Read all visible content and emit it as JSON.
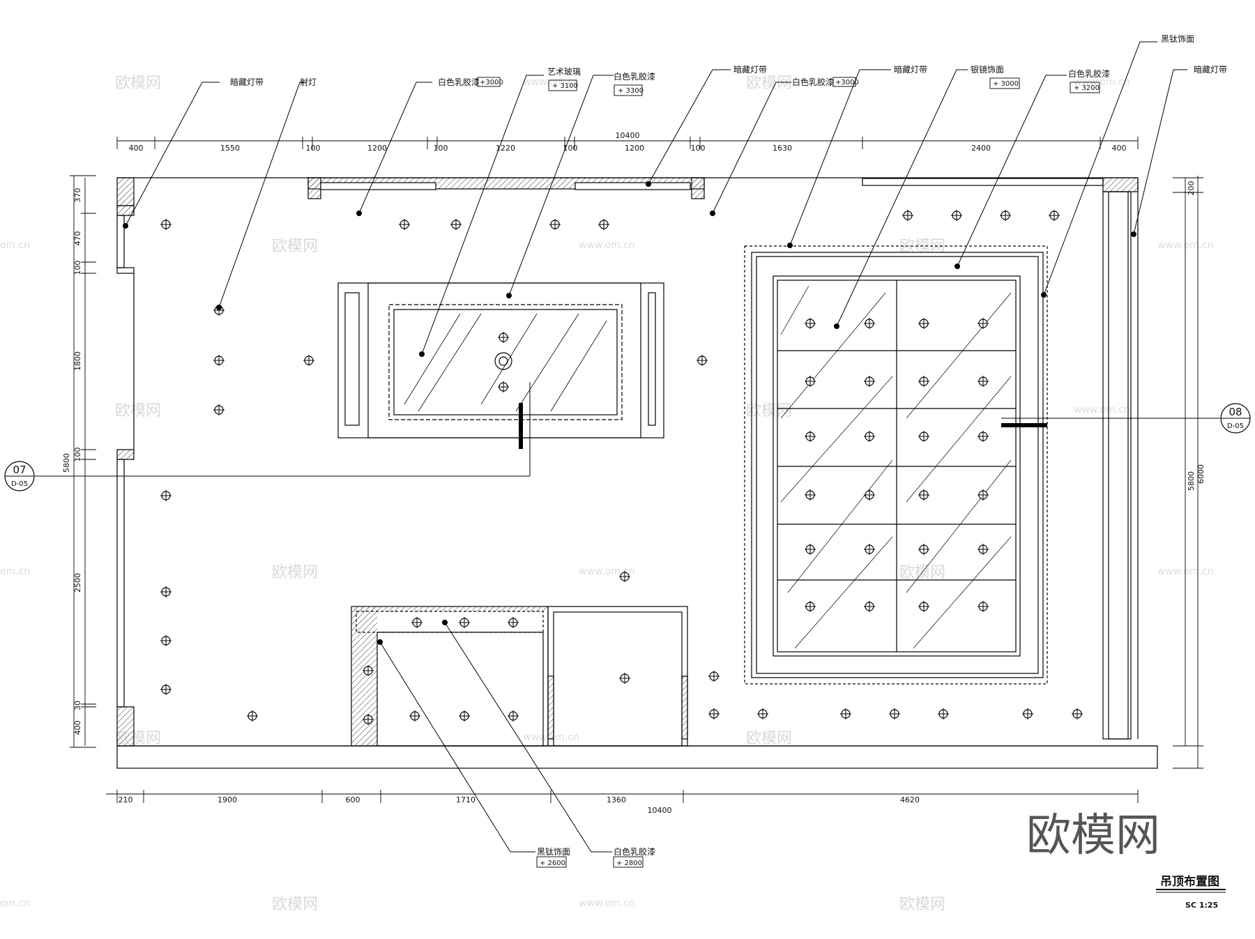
{
  "drawing": {
    "title": "吊顶布置图",
    "scale": "SC 1:25",
    "brand_watermark": "欧模网",
    "watermark_text": "欧模网",
    "watermark_url": "www.om.cn",
    "watermark_url_left": "om.cn"
  },
  "top_labels": [
    {
      "text": "暗藏灯带",
      "elev": ""
    },
    {
      "text": "射灯",
      "elev": ""
    },
    {
      "text": "白色乳胶漆",
      "elev": "+3000"
    },
    {
      "text": "艺术玻璃",
      "elev": "+ 3100"
    },
    {
      "text": "白色乳胶漆",
      "elev": "+ 3300"
    },
    {
      "text": "暗藏灯带",
      "elev": ""
    },
    {
      "text": "白色乳胶漆",
      "elev": "+3000"
    },
    {
      "text": "暗藏灯带",
      "elev": ""
    },
    {
      "text": "银镜饰面",
      "elev": "+ 3000"
    },
    {
      "text": "白色乳胶漆",
      "elev": "+ 3200"
    },
    {
      "text": "黑钛饰面",
      "elev": ""
    },
    {
      "text": "暗藏灯带",
      "elev": ""
    }
  ],
  "bottom_labels": [
    {
      "text": "黑钛饰面",
      "elev": "+ 2600"
    },
    {
      "text": "白色乳胶漆",
      "elev": "+ 2800"
    }
  ],
  "dims_top": {
    "total": "10400",
    "segments": [
      "400",
      "1550",
      "100",
      "1200",
      "100",
      "1220",
      "100",
      "1200",
      "100",
      "1630",
      "2400",
      "400"
    ]
  },
  "dims_bottom": {
    "total": "10400",
    "segments": [
      "210",
      "1900",
      "600",
      "1710",
      "1360",
      "4620"
    ]
  },
  "dims_left": {
    "total": "5800",
    "segments": [
      "370",
      "470",
      "100",
      "1800",
      "100",
      "2500",
      "30",
      "400"
    ]
  },
  "dims_right": {
    "inner": "5800",
    "outer": "6000",
    "top": "200"
  },
  "sections": [
    {
      "num": "07",
      "ref": "D-05"
    },
    {
      "num": "08",
      "ref": "D-05"
    }
  ]
}
